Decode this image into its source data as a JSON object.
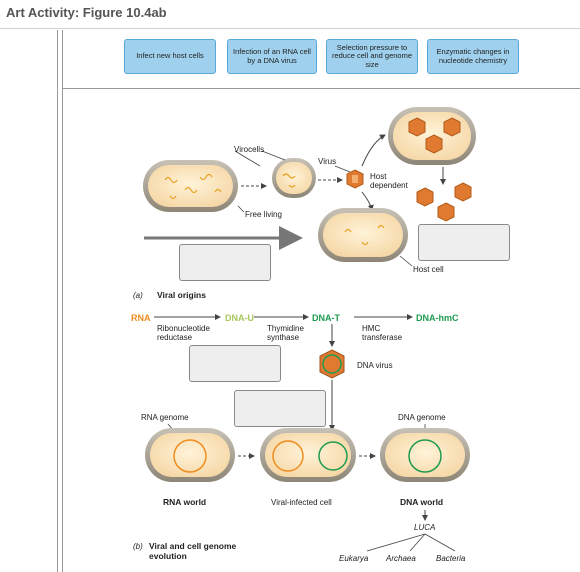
{
  "header": {
    "title": "Art Activity: Figure 10.4ab"
  },
  "chips": [
    {
      "label": "Infect new host cells"
    },
    {
      "label": "Infection of an RNA cell by a DNA virus"
    },
    {
      "label": "Selection pressure to reduce cell and genome size"
    },
    {
      "label": "Enzymatic changes in nucleotide chemistry"
    }
  ],
  "part_a": {
    "virocells": "Virocells",
    "virus": "Virus",
    "host_dependent_1": "Host",
    "host_dependent_2": "dependent",
    "free_living": "Free living",
    "host_cell": "Host cell",
    "caption_letter": "(a)",
    "caption": "Viral origins"
  },
  "part_b": {
    "rna": "RNA",
    "dna_u": "DNA-U",
    "dna_t": "DNA-T",
    "dna_hmc": "DNA-hmC",
    "enzyme1_a": "Ribonucleotide",
    "enzyme1_b": "reductase",
    "enzyme2_a": "Thymidine",
    "enzyme2_b": "synthase",
    "enzyme3_a": "HMC",
    "enzyme3_b": "transferase",
    "dna_virus": "DNA virus",
    "rna_genome": "RNA genome",
    "dna_genome": "DNA genome",
    "rna_world": "RNA world",
    "viral_infected": "Viral-infected cell",
    "dna_world": "DNA world",
    "luca": "LUCA",
    "eukarya": "Eukarya",
    "archaea": "Archaea",
    "bacteria": "Bacteria",
    "caption_letter": "(b)",
    "caption_1": "Viral and cell genome",
    "caption_2": "evolution"
  },
  "colors": {
    "rna": "#f08c1e",
    "dna_u": "#a8c85a",
    "dna_t": "#1e9a50",
    "dna_hmc": "#1e9a50",
    "chip_fill": "#9fd1ee",
    "chip_border": "#5aa8d8",
    "virus_fill": "#e07a30"
  }
}
